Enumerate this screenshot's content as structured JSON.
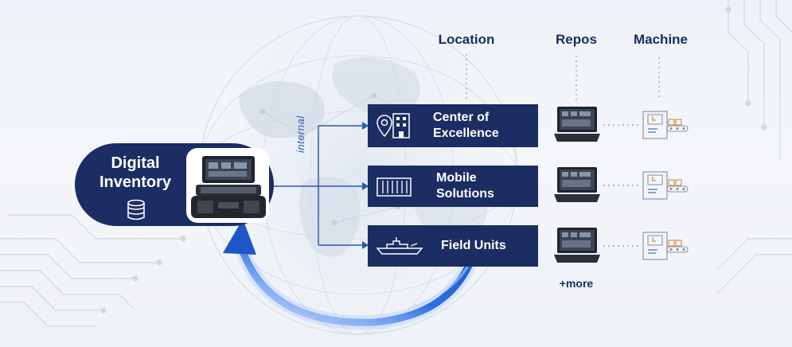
{
  "headers": {
    "location": "Location",
    "repos": "Repos",
    "machine": "Machine"
  },
  "hub": {
    "title_line1": "Digital",
    "title_line2": "Inventory",
    "icon": "database-icon"
  },
  "connector_label": "internal",
  "locations": [
    {
      "line1": "Center of",
      "line2": "Excellence",
      "icon": "building-location-icon"
    },
    {
      "line1": "Mobile",
      "line2": "Solutions",
      "icon": "shipping-container-icon"
    },
    {
      "line1": "Field Units",
      "line2": "",
      "icon": "ship-icon"
    }
  ],
  "more_label": "+more",
  "colors": {
    "navy": "#1b2d63",
    "accent_blue": "#2a5aa8",
    "glow_blue": "#3a78e0"
  }
}
